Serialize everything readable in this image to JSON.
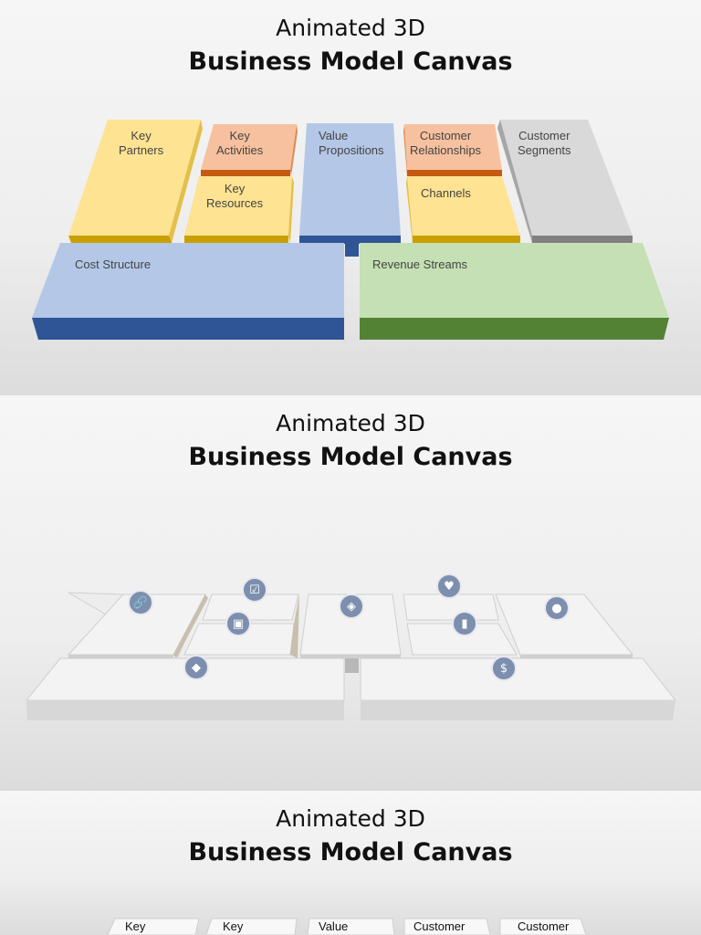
{
  "slides": [
    {
      "title_line1": "Animated 3D",
      "title_line2": "Business Model Canvas"
    },
    {
      "title_line1": "Animated 3D",
      "title_line2": "Business Model Canvas"
    },
    {
      "title_line1": "Animated 3D",
      "title_line2": "Business Model Canvas"
    }
  ],
  "blocks": {
    "key_partners": "Key\nPartners",
    "key_activities": "Key\nActivities",
    "key_resources": "Key\nResources",
    "value_propositions": "Value\nPropositions",
    "customer_relationships": "Customer\nRelationships",
    "channels": "Channels",
    "customer_segments": "Customer\nSegments",
    "cost_structure": "Cost Structure",
    "revenue_streams": "Revenue Streams"
  },
  "colors": {
    "yellow": "#fee392",
    "yellow_side": "#c9a000",
    "orange": "#f7c19f",
    "orange_side": "#c65a10",
    "blue": "#b4c7e7",
    "blue_side": "#2f5597",
    "gray": "#d9d9d9",
    "gray_side": "#808080",
    "green": "#c5e0b4",
    "green_side": "#548235",
    "icon": "#7d8fae"
  },
  "icons": [
    "link-icon",
    "check-icon",
    "factory-icon",
    "gift-icon",
    "heart-icon",
    "truck-icon",
    "users-icon",
    "tag-icon",
    "money-bag-icon"
  ],
  "slide3_labels": [
    "Key",
    "Key",
    "Value",
    "Customer",
    "Customer"
  ]
}
